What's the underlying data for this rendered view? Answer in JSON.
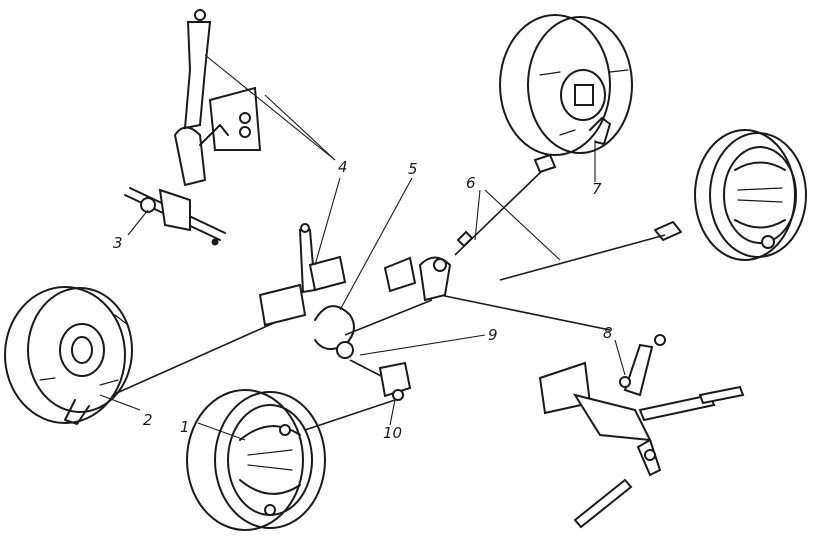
{
  "callouts": {
    "c1": "1",
    "c2": "2",
    "c3": "3",
    "c4": "4",
    "c5": "5",
    "c6": "6",
    "c7": "7",
    "c8": "8",
    "c9": "9",
    "c10": "10"
  },
  "colors": {
    "ink": "#1a1a1a",
    "paper": "#ffffff"
  }
}
